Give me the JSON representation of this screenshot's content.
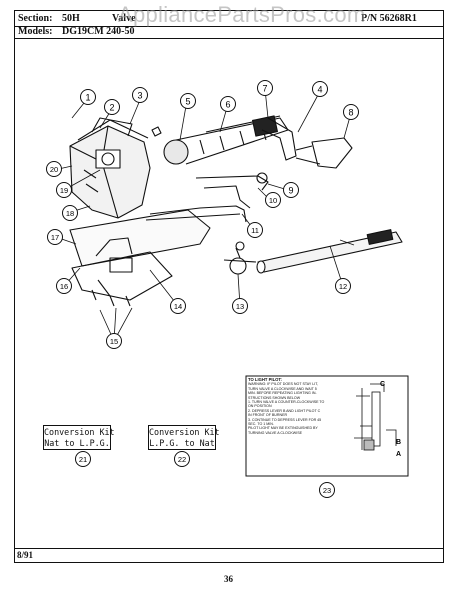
{
  "header": {
    "section_label": "Section:",
    "section_value": "50H",
    "section_value_tail": "Valve",
    "part_number": "P/N 56268R1",
    "models_label": "Models:",
    "models_value": "DG19CM 240-50"
  },
  "watermark": "AppliancePartsPros.com",
  "callouts": [
    "1",
    "2",
    "3",
    "4",
    "5",
    "6",
    "7",
    "8",
    "9",
    "10",
    "11",
    "12",
    "13",
    "14",
    "15",
    "16",
    "17",
    "18",
    "19",
    "20",
    "21",
    "22",
    "23"
  ],
  "conversion_kits": [
    {
      "line1": "Conversion Kit",
      "line2": "Nat to L.P.G."
    },
    {
      "line1": "Conversion Kit",
      "line2": "L.P.G. to Nat"
    }
  ],
  "pilot_instructions": {
    "title": "TO LIGHT PILOT:",
    "lines": [
      "WARNING: IF PILOT DOES NOT STAY LIT,",
      "TURN VALVE A CLOCKWISE AND WAIT 5",
      "MIN. BEFORE REPEATING LIGHTING IN-",
      "STRUCTIONS SHOWN BELOW",
      "1. TURN VALVE A COUNTER-CLOCKWISE TO",
      "ON POSITION",
      "2. DEPRESS LEVER B AND LIGHT PILOT C",
      "IN FRONT OF BURNER",
      "3. CONTINUE TO DEPRESS LEVER FOR 45",
      "SEC. TO 1 MIN.",
      "PILOT LIGHT MAY BE EXTINGUISHED BY",
      "TURNING VALVE A CLOCKWISE"
    ],
    "labels": [
      "C",
      "B",
      "A"
    ]
  },
  "footer": {
    "date": "8/91",
    "page": "36"
  }
}
